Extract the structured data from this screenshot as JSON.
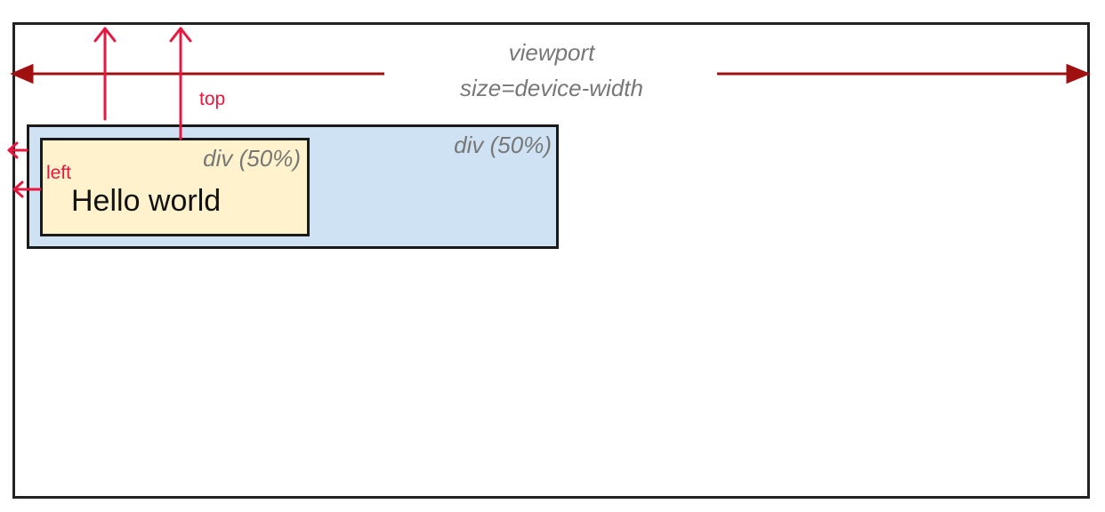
{
  "viewport": {
    "title": "viewport",
    "size_label": "size=device-width"
  },
  "outer_div": {
    "label": "div (50%)",
    "fill": "#cfe2f3"
  },
  "inner_div": {
    "label": "div (50%)",
    "fill": "#fff2cc",
    "content": "Hello world"
  },
  "annotations": {
    "top": "top",
    "left": "left"
  },
  "colors": {
    "width_arrow": "#a01010",
    "offset_arrows": "#e8173f",
    "border": "#222222"
  }
}
